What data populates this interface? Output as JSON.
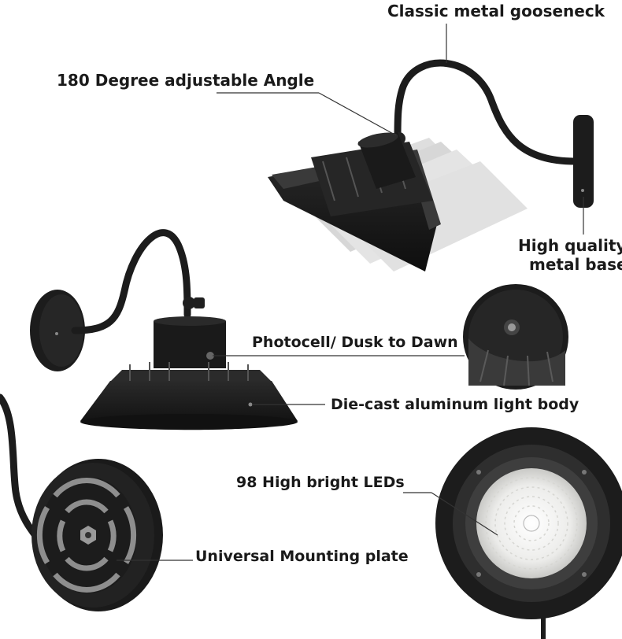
{
  "labels": {
    "gooseneck": "Classic metal gooseneck",
    "angle": "180 Degree adjustable Angle",
    "base_line1": "High quality",
    "base_line2": "metal base",
    "photocell": "Photocell/ Dusk to Dawn",
    "body": "Die-cast aluminum light body",
    "leds": "98 High bright LEDs",
    "plate": "Universal Mounting plate"
  },
  "colors": {
    "fixture": "#1c1c1c",
    "fixture_mid": "#2e2e2e",
    "fixture_light": "#4a4a4a",
    "ghost": "#bdbdbd",
    "led_panel": "#f2f2ee",
    "plate_gray": "#8a8a8a",
    "text": "#1a1a1a"
  }
}
